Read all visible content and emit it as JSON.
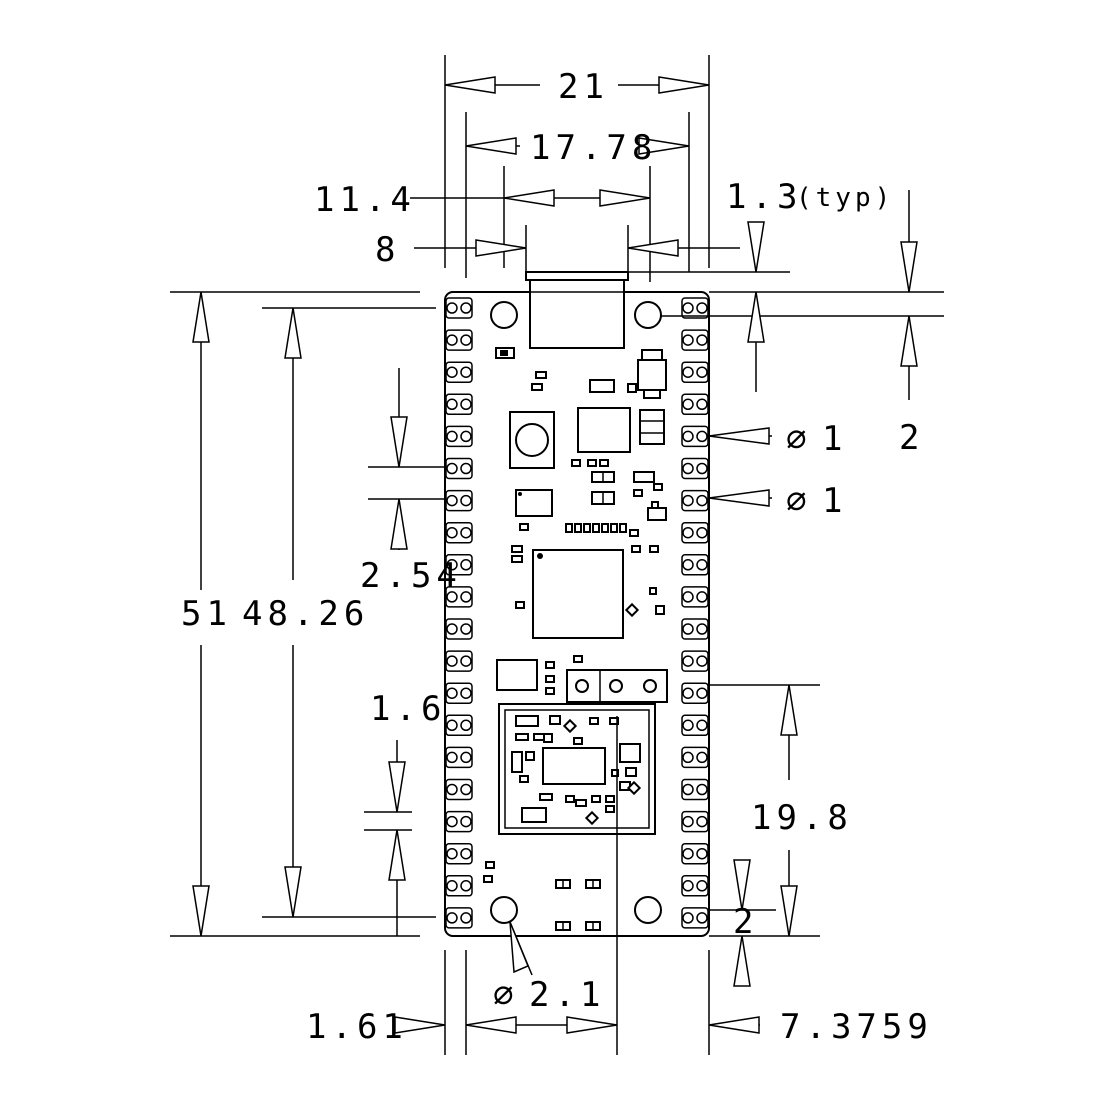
{
  "dimensions": {
    "width_overall": "21",
    "header_pitch": "17.78",
    "usb_span": "11.4",
    "usb_width": "8",
    "tab_thickness": "1.3",
    "tab_note": "(typ)",
    "top_offset": "2",
    "hole_dia_a": "1",
    "hole_dia_b": "1",
    "dia_symbol": "∅",
    "pin_pitch": "2.54",
    "length_overall": "51",
    "hole_spacing": "48.26",
    "board_thickness": "1.6",
    "connector_offset": "19.8",
    "bottom_offset": "2",
    "mount_hole_dia": "2.1",
    "edge_offset": "1.61",
    "right_offset": "7.3759"
  },
  "colors": {
    "line": "#000000",
    "background": "#ffffff"
  }
}
